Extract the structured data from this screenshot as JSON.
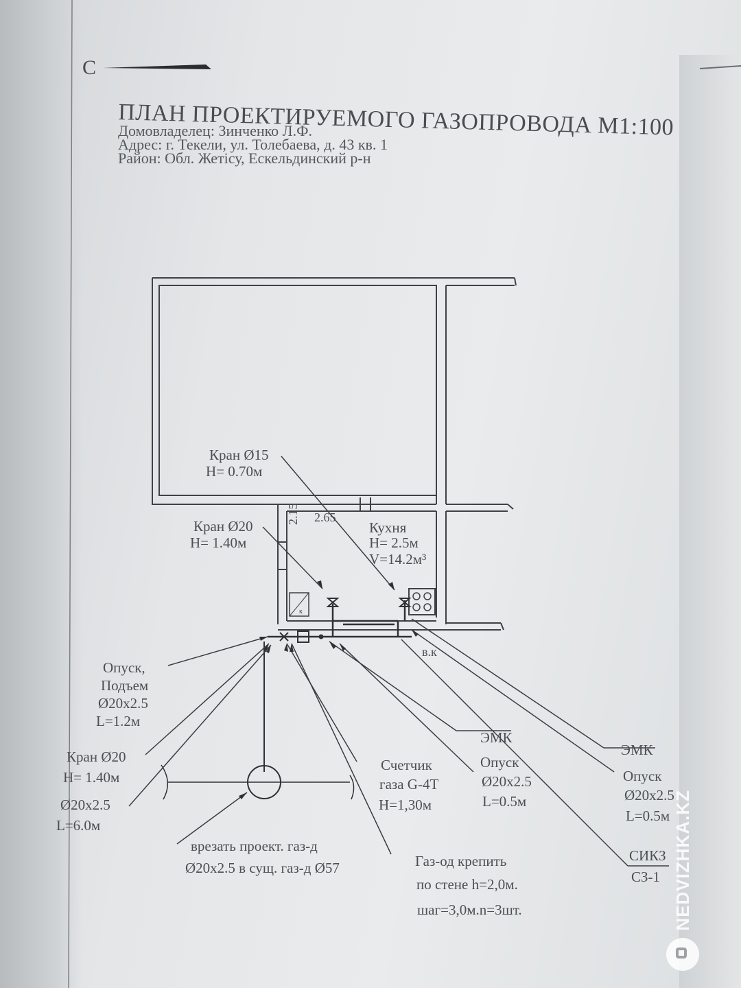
{
  "header": {
    "north_mark": "С",
    "title": "ПЛАН ПРОЕКТИРУЕМОГО ГАЗОПРОВОДА М1:100",
    "owner": "Домовладелец: Зинченко Л.Ф.",
    "address": "Адрес: г. Текели, ул. Толебаева, д. 43 кв. 1",
    "district": "Район: Обл. Жетісу, Ескельдинский р-н"
  },
  "plan": {
    "dim_vertical": "2.15",
    "dim_horizontal": "2.65",
    "boiler_label": "к",
    "vk_label": "в.к",
    "kitchen": {
      "name": "Кухня",
      "height": "Н= 2.5м",
      "volume": "V=14.2м³"
    }
  },
  "callouts": {
    "kran15": {
      "line1": "Кран Ø15",
      "line2": "Н= 0.70м"
    },
    "kran20_top": {
      "line1": "Кран Ø20",
      "line2": "Н= 1.40м"
    },
    "opusk_podem": {
      "line1": "Опуск,",
      "line2": "Подъем",
      "line3": "Ø20х2.5",
      "line4": "L=1.2м"
    },
    "kran20_bottom": {
      "line1": "Кран Ø20",
      "line2": "Н= 1.40м"
    },
    "pipe": {
      "line1": "Ø20х2.5",
      "line2": "L=6.0м"
    },
    "vrezat": {
      "line1": "врезать проект. газ-д",
      "line2": "Ø20х2.5 в сущ. газ-д Ø57"
    },
    "meter": {
      "line1": "Счетчик",
      "line2": "газа G-4Т",
      "line3": "Н=1,30м"
    },
    "emk1": {
      "title": "ЭМК",
      "line1": "Опуск",
      "line2": "Ø20х2.5",
      "line3": "L=0.5м"
    },
    "emk2": {
      "title": "ЭМК",
      "line1": "Опуск",
      "line2": "Ø20х2.5",
      "line3": "L=0.5м"
    },
    "gazod": {
      "line1": "Газ-од крепить",
      "line2": "по стене h=2,0м.",
      "line3": "шаг=3,0м.n=3шт."
    },
    "siкz": {
      "top": "СИКЗ",
      "bottom": "СЗ-1"
    }
  },
  "watermark": {
    "text": "NEDVIZHKA.KZ"
  }
}
